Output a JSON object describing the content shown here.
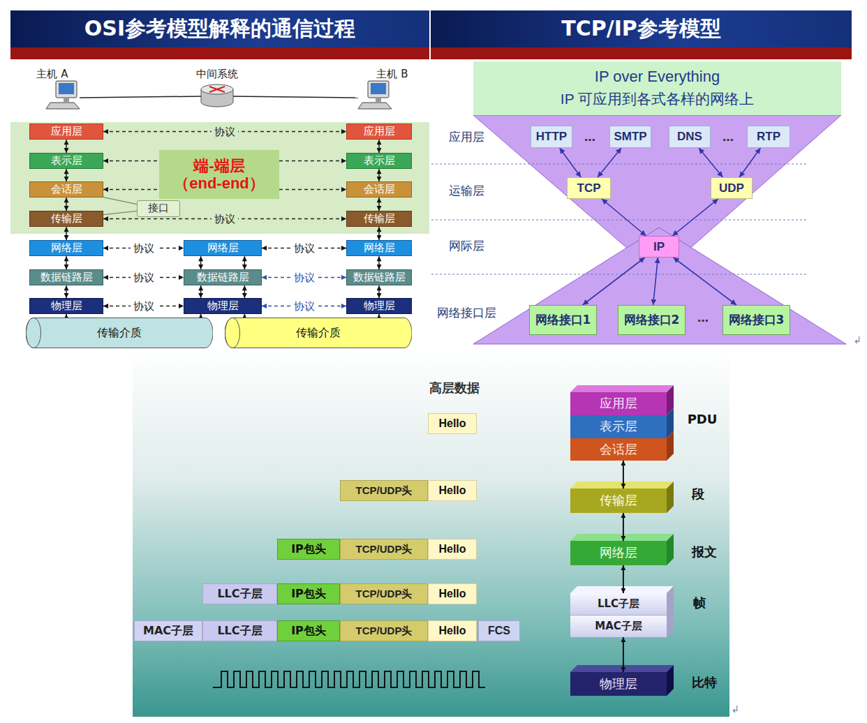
{
  "diagram": {
    "nodes": [
      {
        "text": [
          "OSI参考模型解释的通信过程"
        ]
      },
      {
        "text": [
          "应用层"
        ]
      },
      {
        "text": [
          "表示层"
        ]
      },
      {
        "text": [
          "会话层"
        ]
      },
      {
        "text": [
          "传输层"
        ]
      },
      {
        "text": [
          "网络层"
        ]
      },
      {
        "text": [
          "数据链路层"
        ]
      },
      {
        "text": [
          "物理层"
        ]
      },
      {
        "text": [
          "网络层"
        ]
      },
      {
        "text": [
          "数据链路层"
        ]
      },
      {
        "text": [
          "物理层"
        ]
      },
      {
        "text": [
          "应用层"
        ]
      },
      {
        "text": [
          "表示层"
        ]
      },
      {
        "text": [
          "会话层"
        ]
      },
      {
        "text": [
          "传输层"
        ]
      },
      {
        "text": [
          "网络层"
        ]
      },
      {
        "text": [
          "数据链路层"
        ]
      },
      {
        "text": [
          "物理层"
        ]
      },
      {
        "text": [
          "端-端层",
          "（end-end）"
        ]
      },
      {
        "text": [
          "接口"
        ]
      },
      {
        "text": [
          "传输介质"
        ]
      },
      {
        "text": [
          "传输介质"
        ]
      },
      {
        "text": [
          "TCP/IP参考模型"
        ]
      },
      {
        "text": [
          "IP over Everything",
          "IP 可应用到各式各样的网络上"
        ]
      },
      {
        "text": [
          "HTTP"
        ]
      },
      {
        "text": [
          "SMTP"
        ]
      },
      {
        "text": [
          "DNS"
        ]
      },
      {
        "text": [
          "RTP"
        ]
      },
      {
        "text": [
          "TCP"
        ]
      },
      {
        "text": [
          "UDP"
        ]
      },
      {
        "text": [
          "IP"
        ]
      },
      {
        "text": [
          "网络接口1"
        ]
      },
      {
        "text": [
          "网络接口2"
        ]
      },
      {
        "text": [
          "网络接口3"
        ]
      },
      {
        "text": [
          "Hello"
        ]
      },
      {
        "text": [
          "TCP/UDP头"
        ]
      },
      {
        "text": [
          "Hello"
        ]
      },
      {
        "text": [
          "IP包头"
        ]
      },
      {
        "text": [
          "TCP/UDP头"
        ]
      },
      {
        "text": [
          "Hello"
        ]
      },
      {
        "text": [
          "LLC子层"
        ]
      },
      {
        "text": [
          "IP包头"
        ]
      },
      {
        "text": [
          "TCP/UDP头"
        ]
      },
      {
        "text": [
          "Hello"
        ]
      },
      {
        "text": [
          "MAC子层"
        ]
      },
      {
        "text": [
          "LLC子层"
        ]
      },
      {
        "text": [
          "IP包头"
        ]
      },
      {
        "text": [
          "TCP/UDP头"
        ]
      },
      {
        "text": [
          "Hello"
        ]
      },
      {
        "text": [
          "FCS"
        ]
      },
      {
        "text": [
          "应用层"
        ]
      },
      {
        "text": [
          "表示层"
        ]
      },
      {
        "text": [
          "会话层"
        ]
      },
      {
        "text": [
          "传输层"
        ]
      },
      {
        "text": [
          "网络层"
        ]
      },
      {
        "text": [
          "LLC子层"
        ]
      },
      {
        "text": [
          "MAC子层"
        ]
      },
      {
        "text": [
          "物理层"
        ]
      }
    ],
    "edges": [
      {
        "from": 1,
        "to": 2,
        "arrow": "both"
      },
      {
        "from": 2,
        "to": 3,
        "arrow": "both"
      },
      {
        "from": 3,
        "to": 4,
        "arrow": "both"
      },
      {
        "from": 4,
        "to": 5,
        "arrow": "both"
      },
      {
        "from": 5,
        "to": 6,
        "arrow": "both"
      },
      {
        "from": 6,
        "to": 7,
        "arrow": "both"
      },
      {
        "from": 8,
        "to": 9,
        "arrow": "both"
      },
      {
        "from": 8,
        "to": 9,
        "arrow": "both"
      },
      {
        "from": 9,
        "to": 10,
        "arrow": "both"
      },
      {
        "from": 9,
        "to": 10,
        "arrow": "both"
      },
      {
        "from": 11,
        "to": 12,
        "arrow": "both"
      },
      {
        "from": 12,
        "to": 13,
        "arrow": "both"
      },
      {
        "from": 13,
        "to": 14,
        "arrow": "both"
      },
      {
        "from": 14,
        "to": 15,
        "arrow": "both"
      },
      {
        "from": 15,
        "to": 16,
        "arrow": "both"
      },
      {
        "from": 16,
        "to": 17,
        "arrow": "both"
      },
      {
        "from": 1,
        "to": 11,
        "label": "协议",
        "arrow": "both"
      },
      {
        "from": 2,
        "to": 12,
        "arrow": "both"
      },
      {
        "from": 3,
        "to": 13,
        "arrow": "both"
      },
      {
        "from": 4,
        "to": 14,
        "label": "协议",
        "arrow": "both"
      },
      {
        "from": 5,
        "to": 8,
        "label": "协议",
        "arrow": "both"
      },
      {
        "from": 8,
        "to": 15,
        "label": "协议",
        "arrow": "both"
      },
      {
        "from": 6,
        "to": 9,
        "label": "协议",
        "arrow": "both"
      },
      {
        "from": 9,
        "to": 16,
        "label": "协议",
        "arrow": "both"
      },
      {
        "from": 7,
        "to": 10,
        "label": "协议",
        "arrow": "both"
      },
      {
        "from": 10,
        "to": 17,
        "label": "协议",
        "arrow": "both"
      },
      {
        "from": 19,
        "to": 3,
        "arrow": "none"
      },
      {
        "from": 19,
        "to": 4,
        "arrow": "none"
      },
      {
        "from": 20,
        "to": 7,
        "arrow": "to"
      },
      {
        "from": 20,
        "to": 10,
        "arrow": "to"
      },
      {
        "from": 21,
        "to": 10,
        "arrow": "to"
      },
      {
        "from": 21,
        "to": 17,
        "arrow": "to"
      },
      {
        "from": 24,
        "to": 28,
        "arrow": "both"
      },
      {
        "from": 25,
        "to": 28,
        "arrow": "both"
      },
      {
        "from": 26,
        "to": 29,
        "arrow": "both"
      },
      {
        "from": 27,
        "to": 29,
        "arrow": "both"
      },
      {
        "from": 28,
        "to": 30,
        "arrow": "both"
      },
      {
        "from": 29,
        "to": 30,
        "arrow": "both"
      },
      {
        "from": 30,
        "to": 31,
        "arrow": "both"
      },
      {
        "from": 30,
        "to": 32,
        "arrow": "both"
      },
      {
        "from": 30,
        "to": 33,
        "arrow": "both"
      },
      {
        "from": 52,
        "to": 53,
        "arrow": "both"
      },
      {
        "from": 53,
        "to": 54,
        "arrow": "both"
      },
      {
        "from": 54,
        "to": 55,
        "arrow": "both"
      },
      {
        "from": 56,
        "to": 57,
        "arrow": "both"
      }
    ],
    "labels": [
      "主机 A",
      "中间系统",
      "主机 B",
      "应用层",
      "运输层",
      "网际层",
      "网络接口层",
      "…",
      "…",
      "…",
      "高层数据",
      "PDU",
      "段",
      "报文",
      "帧",
      "比特",
      "↲",
      "↲"
    ]
  }
}
